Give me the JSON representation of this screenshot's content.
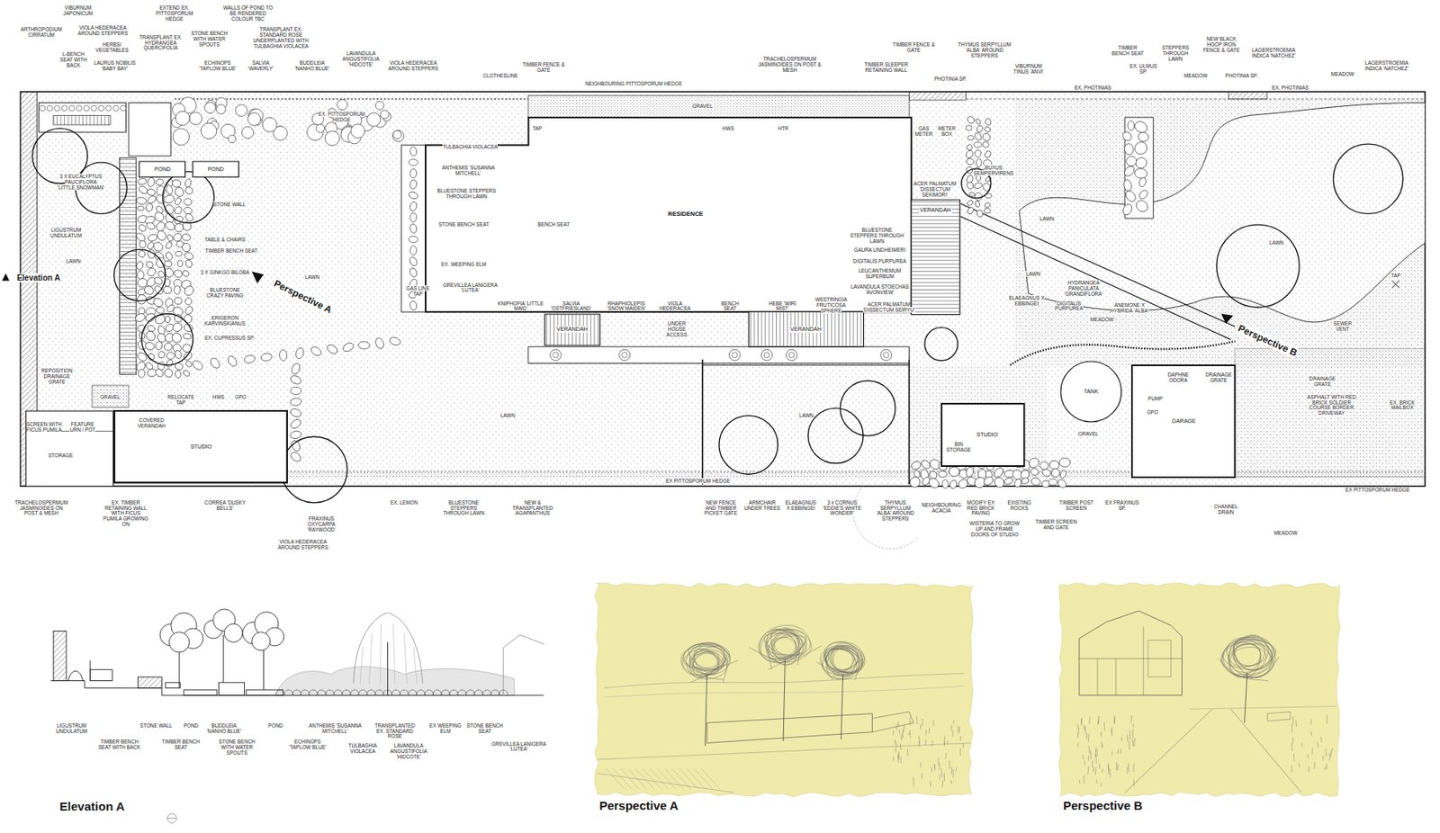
{
  "diagram": {
    "nodes": [
      {
        "text": [
          "RESIDENCE"
        ]
      },
      {
        "text": [
          "VERANDAH"
        ]
      },
      {
        "text": [
          "VERANDAH"
        ]
      },
      {
        "text": [
          "VERANDAH"
        ]
      },
      {
        "text": [
          "POND"
        ]
      },
      {
        "text": [
          "POND"
        ]
      },
      {
        "text": [
          "STUDIO"
        ]
      },
      {
        "text": [
          "STUDIO"
        ]
      },
      {
        "text": [
          "TANK"
        ]
      },
      {
        "text": [
          "GARAGE"
        ]
      },
      {
        "text": [
          "Perspective A"
        ]
      },
      {
        "text": [
          "Perspective B"
        ]
      }
    ],
    "labels": [
      "ARTHROPODIUM CIRRATUM",
      "VIBURNUM JAPONICUM",
      "L-BENCH SEAT WITH BACK",
      "VIOLA HEDERACEA AROUND STEPPERS",
      "HERBS/ VEGETABLES",
      "LAURUS NOBILIS 'BABY BAY'",
      "TRANSPLANT EX. HYDRANGEA QUERCIFOLIA",
      "EXTEND EX. PITTOSPORUM HEDGE",
      "STONE BENCH WITH WATER SPOUTS",
      "ECHINOPS 'TAPLOW BLUE'",
      "WALLS OF POND TO BE RENDERED COLOUR TBC",
      "TRANSPLANT EX. STANDARD ROSE UNDERPLANTED WITH TULBAGHIA VIOLACEA",
      "SALVIA 'WAVERLY'",
      "BUDDLEIA 'NANHO BLUE'",
      "LAVANDULA ANGUSTIFOLIA 'HIDCOTE'",
      "VIOLA HEDERACEA AROUND STEPPERS",
      "CLOTHESLINE",
      "TIMBER FENCE & GATE",
      "NEIGHBOURING PITTOSPORUM HEDGE",
      "TRACHELOSPERMUM JASMINOIDES ON POST & MESH",
      "TIMBER SLEEPER RETAINING WALL",
      "TIMBER FENCE & GATE",
      "PHOTINIA SP.",
      "THYMUS SERPYLLUM 'ALBA' AROUND STEPPERS",
      "VIBURNUM TINUS 'ANVI'",
      "TIMBER BENCH SEAT",
      "EX. ULMUS SP.",
      "STEPPERS THROUGH LAWN",
      "NEW BLACK HOOP IRON FENCE & GATE",
      "LAGERSTROEMIA INDICA 'NATCHEZ'",
      "MEADOW",
      "PHOTINIA SP.",
      "MEADOW",
      "LAGERSTROEMIA INDICA 'NATCHEZ'",
      "EX. PHOTINIAS",
      "EX. PHOTINIAS",
      "GRAVEL",
      "TAP",
      "HWS",
      "HTR",
      "GAS METER",
      "METER BOX",
      "EX. PITTOSPORUM HEDGE",
      "TULBAGHIA VIOLACEA",
      "ANTHEMIS 'SUSANNA MITCHELL'",
      "BLUESTONE STEPPERS THROUGH LAWN",
      "STONE BENCH SEAT",
      "BENCH SEAT",
      "EX. WEEPING ELM",
      "GAS LINE TAP",
      "GREVILLEA LANIGERA 'LUTEA'",
      "KNIPHOFIA 'LITTLE MAID'",
      "SALVIA 'OSTFRIESLAND'",
      "RHAPHIOLEPIS 'SNOW MAIDEN'",
      "VIOLA HEDERACEA",
      "UNDER HOUSE ACCESS",
      "BENCH SEAT",
      "HEBE 'WIRI MIST'",
      "WESTRINGIA FRUTICOSA SPHERE",
      "BUXUS SEMPERVIRENS",
      "ACER PALMATUM 'DISSECTUM SEKIMORI'",
      "BLUESTONE STEPPERS THROUGH LAWN",
      "GAURA LINDHEIMERI",
      "DIGITALIS PURPUREA",
      "LEUCANTHEMUM SUPERBUM",
      "LAVANDULA STOECHAS 'AVONVIEW'",
      "ACER PALMATUM 'DISSECTUM SEIRYU'",
      "LAWN",
      "LAWN",
      "HYDRANGEA PANICULATA 'GRANDIFLORA'",
      "ELAEAGNUS X EBBINGEI",
      "DIGITALIS PURPUREA",
      "ANEMONE X HYBRIDA 'ALBA'",
      "MEADOW",
      "LAWN",
      "TAP",
      "SEWER VENT",
      "Perspective B",
      "Perspective A",
      "DAPHNE ODORA",
      "DRAINAGE GRATE",
      "PUMP",
      "GPO",
      "GRAVEL",
      "DRAINAGE GRATE",
      "ASPHALT WITH RED BRICK SOLDIER COURSE BORDER DRIVEWAY",
      "EX. BRICK MAILBOX",
      "BIN STORAGE",
      "LAWN",
      "LAWN",
      "STONE WALL",
      "TABLE & CHAIRS",
      "TIMBER BENCH SEAT",
      "3 X GINKGO BILOBA",
      "BLUESTONE CRAZY PAVING",
      "ERIGERON KARVINSKIANUS",
      "EX. CUPRESSUS SP.",
      "3 X EUCALYPTUS PAUCIFLORA 'LITTLE SNOWMAN'",
      "LIGUSTRUM UNDULATUM",
      "LAWN",
      "Elevation A",
      "LAWN",
      "REPOSITION DRAINAGE GRATE",
      "GRAVEL",
      "SCREEN WITH FICUS PUMILA",
      "FEATURE URN / POT",
      "STORAGE",
      "RELOCATE TAP",
      "HWS",
      "GPO",
      "COVERED VERANDAH",
      "EX PITTOSPORUM HEDGE",
      "EX PITTOSPORUM HEDGE",
      "CHANNEL DRAIN",
      "TRACHELOSPERMUM JASMINOIDES ON POST & MESH",
      "EX. TIMBER RETAINING WALL WITH FICUS PUMILA GROWING ON",
      "CORREA 'DUSKY BELLS'",
      "FRAXINUS OXYCARPA 'RAYWOOD'",
      "VIOLA HEDERACEA AROUND STEPPERS",
      "EX. LEMON",
      "BLUESTONE STEPPERS THROUGH LAWN",
      "NEW & TRANSPLANTED AGAPANTHUS",
      "NEW FENCE AND TIMBER PICKET GATE",
      "ARMCHAIR UNDER TREES",
      "ELAEAGNUS X EBBINGEI",
      "3 x CORNUS 'EDDIE'S WHITE WONDER'",
      "THYMUS SERPYLLUM 'ALBA' AROUND STEPPERS",
      "NEIGHBOURING ACACIA",
      "MODIFY EX RED BRICK PAVING",
      "WISTERIA TO GROW UP AND FRAME DOORS OF STUDIO",
      "EXISTING ROCKS",
      "TIMBER POST SCREEN",
      "TIMBER SCREEN AND GATE",
      "EX FRAXINUS SP.",
      "MEADOW",
      "LIGUSTRUM UNDULATUM",
      "TIMBER BENCH SEAT WITH BACK",
      "STONE WALL",
      "TIMBER BENCH SEAT",
      "POND",
      "BUDDLEIA 'NANHO BLUE'",
      "STONE BENCH WITH WATER SPOUTS",
      "POND",
      "ECHINOPS 'TAPLOW BLUE'",
      "ANTHEMIS 'SUSANNA MITCHELL'",
      "TRANSPLANTED EX. STANDARD ROSE",
      "TULBAGHIA VIOLACEA",
      "LAVANDULA ANGUSTIFOLIA 'HIDCOTE'",
      "EX WEEPING ELM",
      "STONE BENCH SEAT",
      "GREVILLEA LANIGERA 'LUTEA'",
      "Elevation A"
    ]
  }
}
